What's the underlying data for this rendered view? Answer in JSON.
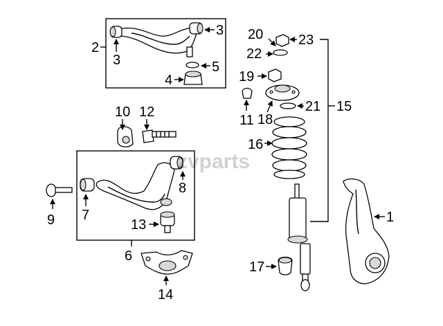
{
  "watermark": "zvparts",
  "callouts": {
    "c1": "1",
    "c2": "2",
    "c3a": "3",
    "c3b": "3",
    "c4": "4",
    "c5": "5",
    "c6": "6",
    "c7": "7",
    "c8": "8",
    "c9": "9",
    "c10": "10",
    "c11": "11",
    "c12": "12",
    "c13": "13",
    "c14": "14",
    "c15": "15",
    "c16": "16",
    "c17": "17",
    "c18": "18",
    "c19": "19",
    "c20": "20",
    "c21": "21",
    "c22": "22",
    "c23": "23"
  }
}
